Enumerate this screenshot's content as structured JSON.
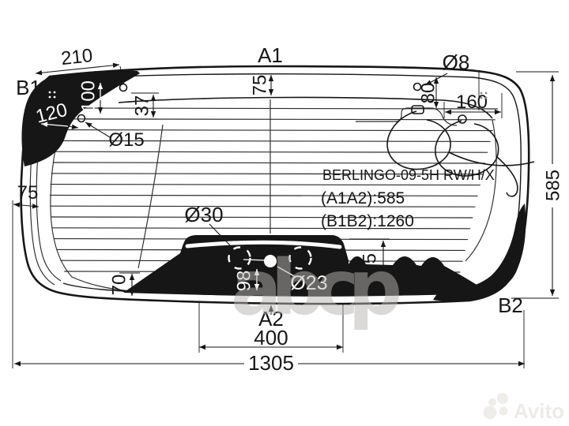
{
  "drawing": {
    "part_code": "BERLINGO-09-5H RW/H/X",
    "measure_a": "(A1A2):585",
    "measure_b": "(B1B2):1260",
    "points": {
      "a1": "A1",
      "a2": "A2",
      "b1": "B1",
      "b2": "B2"
    },
    "dims": {
      "top_edge_width": "210",
      "corner_band_height": "100",
      "corner_band_width": "120",
      "hole_side": "Ø15",
      "hole_top_offset": "37",
      "top_band": "75",
      "hole_top": "Ø8",
      "top_right_drop": "80",
      "top_right_inset": "160",
      "right_height": "585",
      "left_band": "75",
      "wiper_hole_big": "Ø30",
      "heater_bottom_right": "165",
      "heater_bottom_left": "70",
      "wiper_center_drop": "98",
      "wiper_hole_small": "Ø23",
      "wiper_width": "400",
      "total_width": "1305"
    },
    "colors": {
      "ink": "#161616",
      "paper": "#ffffff"
    }
  },
  "watermarks": {
    "parts_site": "abcp",
    "marketplace": "Avito"
  }
}
